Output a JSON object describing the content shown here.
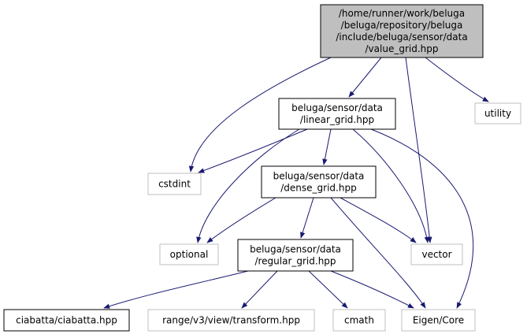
{
  "diagram": {
    "nodes": {
      "value_grid": {
        "lines": [
          "/home/runner/work/beluga",
          "/beluga/repository/beluga",
          "/include/beluga/sensor/data",
          "/value_grid.hpp"
        ],
        "style": "root"
      },
      "linear_grid": {
        "lines": [
          "beluga/sensor/data",
          "/linear_grid.hpp"
        ],
        "style": "documented"
      },
      "dense_grid": {
        "lines": [
          "beluga/sensor/data",
          "/dense_grid.hpp"
        ],
        "style": "documented"
      },
      "regular_grid": {
        "lines": [
          "beluga/sensor/data",
          "/regular_grid.hpp"
        ],
        "style": "documented"
      },
      "ciabatta": {
        "lines": [
          "ciabatta/ciabatta.hpp"
        ],
        "style": "documented"
      },
      "utility": {
        "lines": [
          "utility"
        ],
        "style": "external"
      },
      "cstdint": {
        "lines": [
          "cstdint"
        ],
        "style": "external"
      },
      "optional": {
        "lines": [
          "optional"
        ],
        "style": "external"
      },
      "vector": {
        "lines": [
          "vector"
        ],
        "style": "external"
      },
      "range_transform": {
        "lines": [
          "range/v3/view/transform.hpp"
        ],
        "style": "external"
      },
      "cmath": {
        "lines": [
          "cmath"
        ],
        "style": "external"
      },
      "eigen_core": {
        "lines": [
          "Eigen/Core"
        ],
        "style": "external"
      }
    },
    "edges": [
      [
        "value_grid",
        "linear_grid"
      ],
      [
        "value_grid",
        "utility"
      ],
      [
        "value_grid",
        "cstdint"
      ],
      [
        "value_grid",
        "vector"
      ],
      [
        "linear_grid",
        "cstdint"
      ],
      [
        "linear_grid",
        "dense_grid"
      ],
      [
        "linear_grid",
        "optional"
      ],
      [
        "linear_grid",
        "vector"
      ],
      [
        "linear_grid",
        "eigen_core"
      ],
      [
        "dense_grid",
        "regular_grid"
      ],
      [
        "dense_grid",
        "optional"
      ],
      [
        "dense_grid",
        "vector"
      ],
      [
        "dense_grid",
        "eigen_core"
      ],
      [
        "regular_grid",
        "ciabatta"
      ],
      [
        "regular_grid",
        "range_transform"
      ],
      [
        "regular_grid",
        "cmath"
      ],
      [
        "regular_grid",
        "eigen_core"
      ]
    ],
    "colors": {
      "edge": "#191970",
      "root_fill": "#bfbfbf",
      "root_border": "#000000",
      "documented_fill": "#ffffff",
      "documented_border": "#000000",
      "external_fill": "#ffffff",
      "external_border": "#bfbfbf"
    }
  }
}
